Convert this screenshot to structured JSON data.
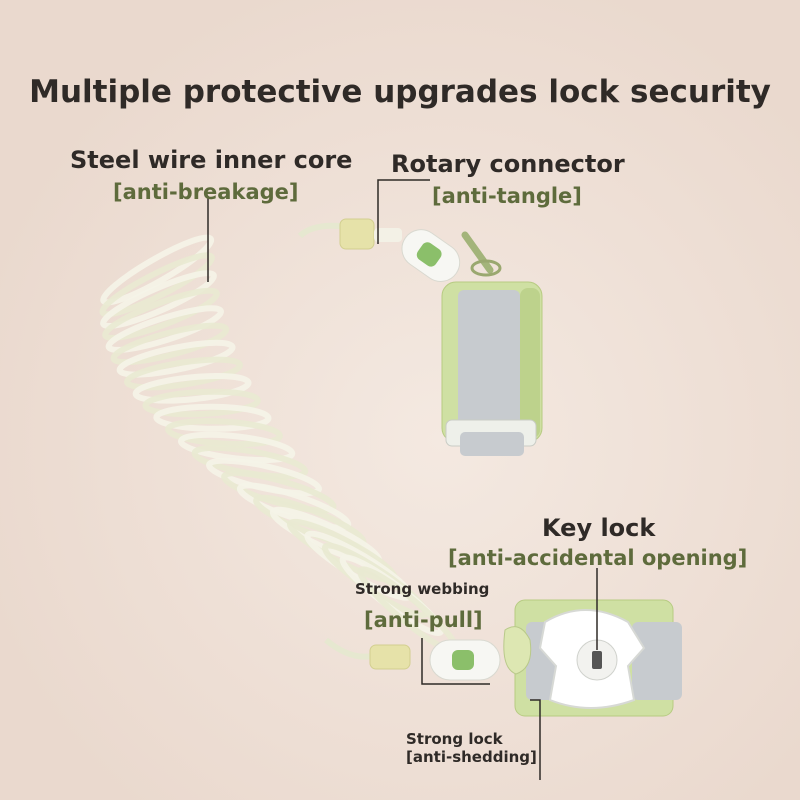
{
  "title": "Multiple protective upgrades lock security",
  "callouts": {
    "steel_wire": {
      "label": "Steel wire inner core",
      "sub": "[anti-breakage]"
    },
    "rotary": {
      "label": "Rotary connector",
      "sub": "[anti-tangle]"
    },
    "key_lock": {
      "label": "Key lock",
      "sub": "[anti-accidental opening]"
    },
    "webbing": {
      "label": "Strong webbing",
      "sub": "[anti-pull]"
    },
    "strong_lock": {
      "label": "Strong lock",
      "sub": "[anti-shedding]"
    }
  },
  "colors": {
    "background": "#efe2d9",
    "accent_green": "#cfe0a3",
    "strap_grey": "#c7cbcf",
    "text_dark": "#2f2a27",
    "text_olive": "#5e6b3c"
  },
  "icons": [
    "coil-cable-icon",
    "rotary-connector-icon",
    "wristband-icon",
    "key-lock-icon",
    "strong-lock-icon"
  ]
}
